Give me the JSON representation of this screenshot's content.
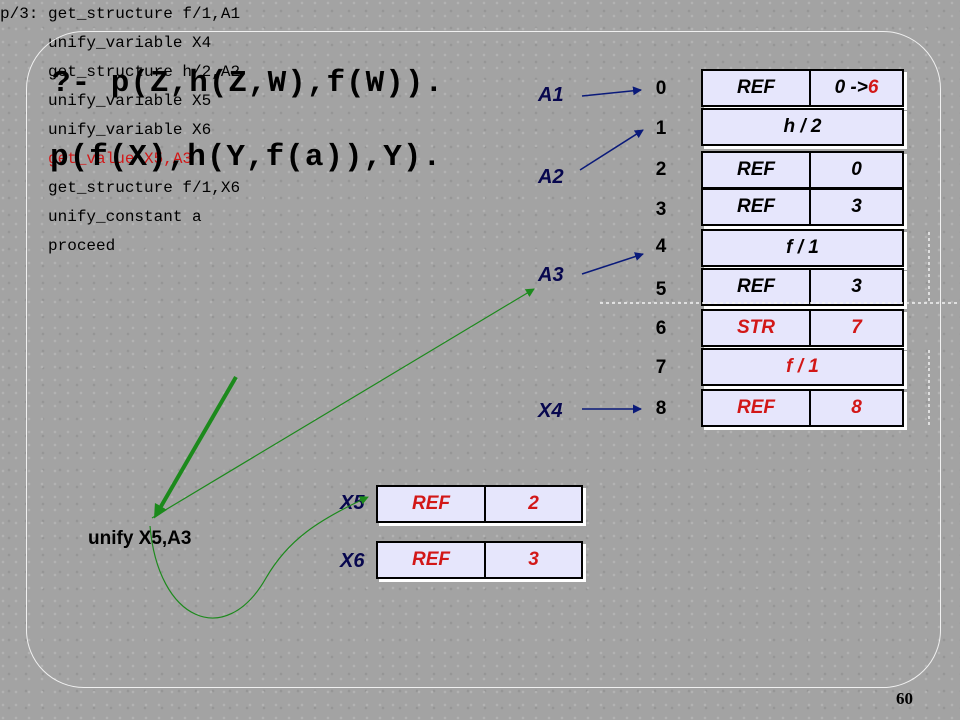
{
  "query": "?- p(Z,h(Z,W),f(W)).",
  "program": "p(f(X),h(Y,f(a)),Y).",
  "code": [
    {
      "text": "p/3: get_structure f/1,A1",
      "highlight": false
    },
    {
      "text": "     unify_variable X4",
      "highlight": false
    },
    {
      "text": "     get_structure h/2,A2",
      "highlight": false
    },
    {
      "text": "     unify_variable X5",
      "highlight": false
    },
    {
      "text": "     unify_variable X6",
      "highlight": false
    },
    {
      "text": "     get_value X5,A3",
      "highlight": true
    },
    {
      "text": "     get_structure f/1,X6",
      "highlight": false
    },
    {
      "text": "     unify_constant a",
      "highlight": false
    },
    {
      "text": "     proceed",
      "highlight": false
    }
  ],
  "registers": {
    "a1": "A1",
    "a2": "A2",
    "a3": "A3",
    "x4": "X4",
    "x5": "X5",
    "x6": "X6"
  },
  "heap": {
    "addresses": [
      "0",
      "1",
      "2",
      "3",
      "4",
      "5",
      "6",
      "7",
      "8"
    ],
    "cells": [
      {
        "kind": "split",
        "tag": "REF",
        "value_prefix": "0 -> ",
        "value_highlight": "6"
      },
      {
        "kind": "full",
        "text": "h / 2"
      },
      {
        "kind": "split",
        "tag": "REF",
        "value_prefix": "0",
        "value_highlight": ""
      },
      {
        "kind": "split",
        "tag": "REF",
        "value_prefix": "3",
        "value_highlight": ""
      },
      {
        "kind": "full",
        "text": "f / 1"
      },
      {
        "kind": "split",
        "tag": "REF",
        "value_prefix": "3",
        "value_highlight": ""
      },
      {
        "kind": "split",
        "tag": "STR",
        "tag_color": "#d21717",
        "value_prefix": "7",
        "value_highlight": ""
      },
      {
        "kind": "full",
        "text": "f / 1"
      },
      {
        "kind": "split",
        "tag": "REF",
        "tag_color": "#d21717",
        "value_prefix": "8",
        "value_highlight": ""
      }
    ]
  },
  "x5_cell": {
    "tag": "REF",
    "value": "2"
  },
  "x6_cell": {
    "tag": "REF",
    "value": "3"
  },
  "unify_label": "unify X5,A3",
  "page_number": "60",
  "colors": {
    "highlight_red": "#d21717",
    "arrow_green": "#1c8a1c",
    "register_navy": "#07074e",
    "cell_fill": "#e6e6fc"
  }
}
